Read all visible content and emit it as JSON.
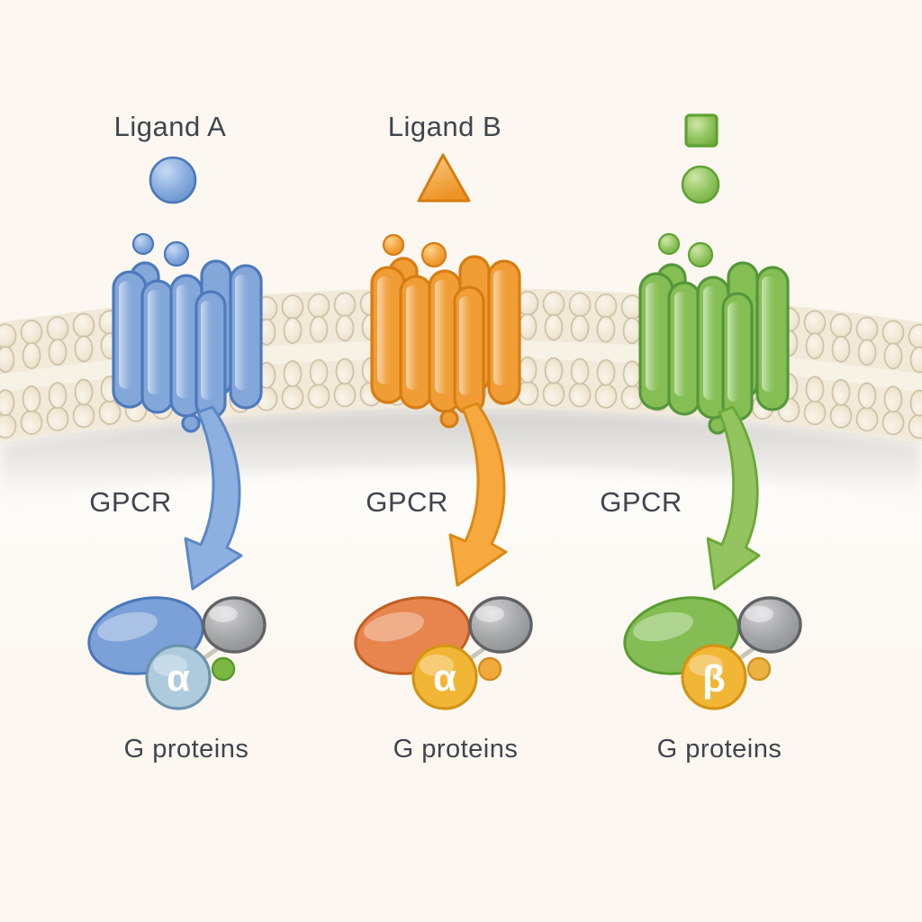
{
  "figure": {
    "kind": "GPCR signaling pathway diagram",
    "columns": [
      {
        "ligand_label": "Ligand A",
        "ligand_shape": "sphere",
        "receptor_label": "GPCR",
        "gprotein_label": "G proteins",
        "subunit_letter": "α",
        "accent_color": "#6f9bd7"
      },
      {
        "ligand_label": "Ligand B",
        "ligand_shape": "triangle",
        "receptor_label": "GPCR",
        "gprotein_label": "G proteins",
        "subunit_letter": "α",
        "accent_color": "#ef9227"
      },
      {
        "ligand_shape": "square-and-sphere",
        "receptor_label": "GPCR",
        "gprotein_label": "G proteins",
        "subunit_letter": "β",
        "accent_color": "#7cb84e"
      }
    ],
    "palette": {
      "background": "#fcf8f1",
      "membrane_lipid": "#f3ecdf",
      "membrane_outline": "#d0c3a8",
      "gray_subunit": "#a9aaac",
      "gold_subunit": "#f2b637",
      "text": "#40454d"
    }
  }
}
